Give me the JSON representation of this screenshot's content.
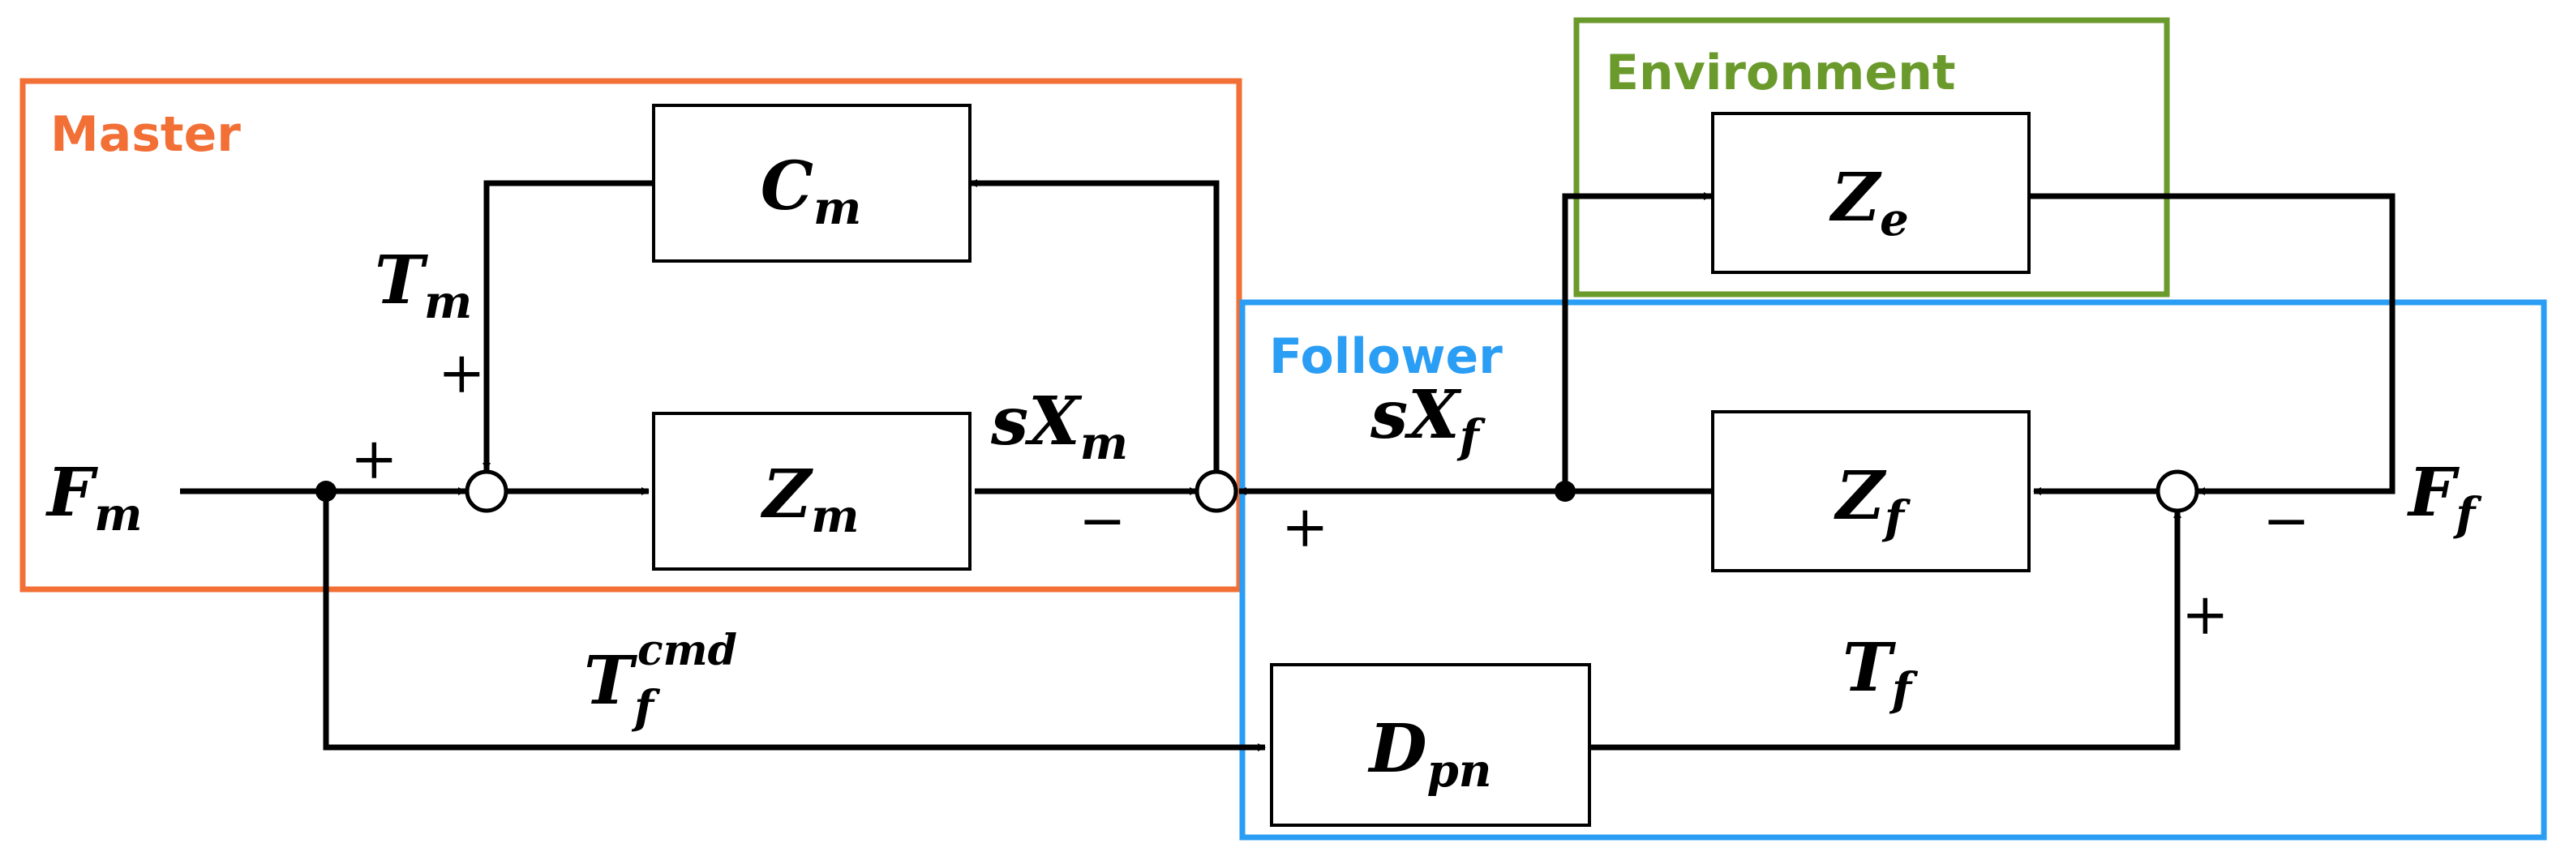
{
  "regions": {
    "master": {
      "label": "Master",
      "color": "#f26f36"
    },
    "environment": {
      "label": "Environment",
      "color": "#6b9a2c"
    },
    "follower": {
      "label": "Follower",
      "color": "#2a9df4"
    }
  },
  "blocks": {
    "cm": {
      "main": "C",
      "sub": "m"
    },
    "zm": {
      "main": "Z",
      "sub": "m"
    },
    "ze": {
      "main": "Z",
      "sub": "e"
    },
    "zf": {
      "main": "Z",
      "sub": "f"
    },
    "dpn": {
      "main": "D",
      "sub": "pn"
    }
  },
  "signals": {
    "fm": {
      "main": "F",
      "sub": "m"
    },
    "tm": {
      "main": "T",
      "sub": "m"
    },
    "sxm": {
      "main": "sX",
      "sub": "m"
    },
    "sxf": {
      "main": "sX",
      "sub": "f"
    },
    "ff": {
      "main": "F",
      "sub": "f"
    },
    "tfcmd": {
      "main": "T",
      "sub": "f",
      "sup": "cmd"
    },
    "tf": {
      "main": "T",
      "sub": "f"
    }
  },
  "signs": {
    "plus": "+",
    "minus": "−"
  }
}
